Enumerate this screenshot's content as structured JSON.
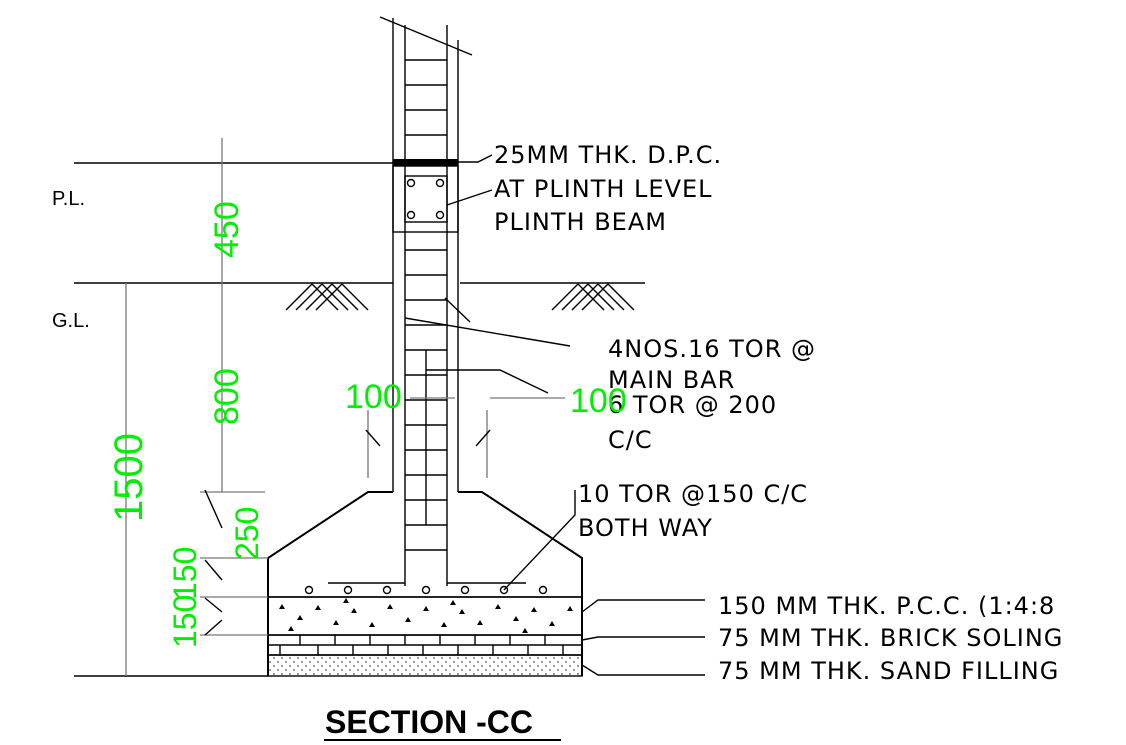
{
  "labels": {
    "pl": "P.L.",
    "gl": "G.L."
  },
  "annotations": {
    "dpc_line1": "25MM THK. D.P.C.",
    "dpc_line2": "AT PLINTH LEVEL",
    "plinth_beam": "PLINTH BEAM",
    "main_bar_line1": "4NOS.16 TOR @",
    "main_bar_line2": "MAIN BAR",
    "stirrup_line1": "6 TOR @ 200",
    "stirrup_line2": "C/C",
    "footing_bar_line1": "10 TOR @150 C/C",
    "footing_bar_line2": "BOTH WAY",
    "pcc": "150 MM THK. P.C.C. (1:4:8",
    "brick_soling": "75 MM THK. BRICK SOLING",
    "sand_filling": "75 MM THK. SAND FILLING"
  },
  "dimensions": {
    "d450": "450",
    "d800": "800",
    "d1500": "1500",
    "d250": "250",
    "d150a": "150",
    "d150b": "150",
    "d100_left": "100",
    "d100_right": "100"
  },
  "title": "SECTION -CC",
  "colors": {
    "linework": "#000000",
    "dimension_text": "#00ee00",
    "dimension_line": "#777777"
  }
}
